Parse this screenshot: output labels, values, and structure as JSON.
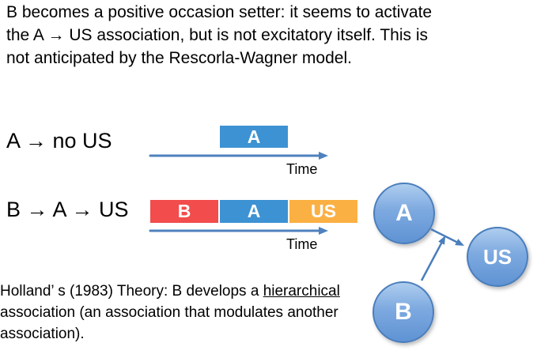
{
  "slide": {
    "intro": {
      "line1": "B becomes a positive occasion setter: it seems to activate",
      "line2": "the A → US association, but is not excitatory itself. This is",
      "line3": "not anticipated by the Rescorla-Wagner model."
    },
    "trial_a": {
      "label": "A → no US",
      "stimulus_a": "A",
      "time_label": "Time"
    },
    "trial_b": {
      "label": "B → A → US",
      "stimulus_b": "B",
      "stimulus_a": "A",
      "stimulus_us": "US",
      "time_label": "Time"
    },
    "network": {
      "node_a": "A",
      "node_b": "B",
      "node_us": "US"
    },
    "theory": {
      "line1_pre": "Holland’ s (1983) Theory: B develops a ",
      "line1_underline": "hierarchical",
      "line2": "association (an association that modulates another",
      "line3": "association)."
    },
    "colors": {
      "stimulus_blue": "#3d92d3",
      "stimulus_red": "#f24c4c",
      "stimulus_orange": "#fbb043",
      "timeline_arrow_blue": "#4f81bd",
      "association_arrow_blue": "#4a7ebc",
      "node_fill_top": "#aecdee",
      "node_fill_bottom": "#5f93d3",
      "node_border": "#4a7ebc",
      "text_black": "#000000"
    }
  }
}
